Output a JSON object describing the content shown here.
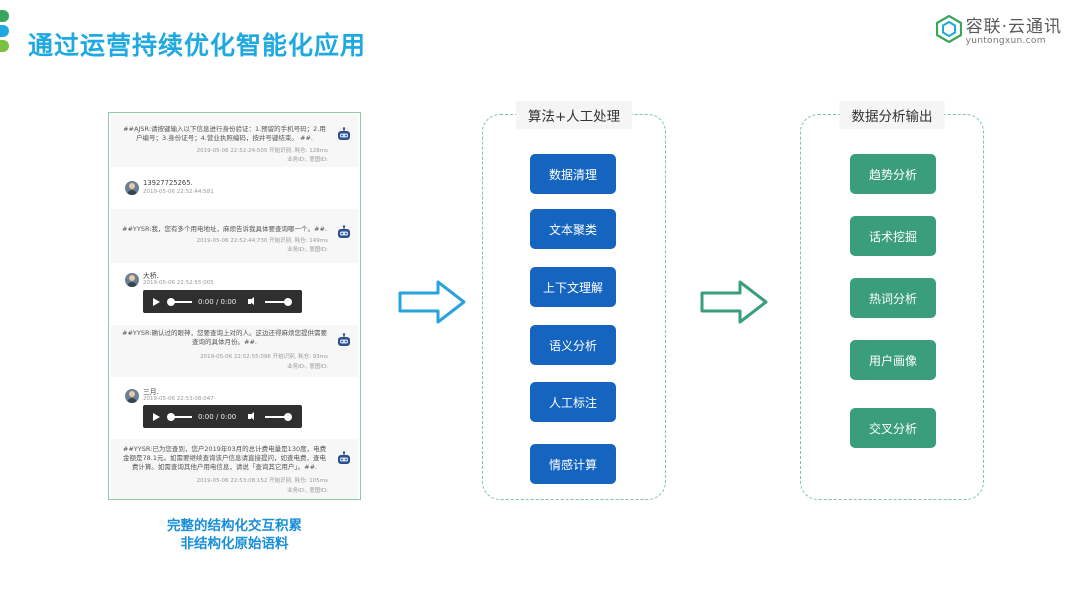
{
  "header": {
    "title": "通过运营持续优化智能化应用",
    "accent_colors": [
      "#3aa55d",
      "#1fa9e1",
      "#7ac143"
    ]
  },
  "logo": {
    "name": "容联·云通讯",
    "domain": "yuntongxun.com"
  },
  "chat": {
    "messages": [
      {
        "role": "bot",
        "text": "##AJSR:请按键输入以下信息进行身份验证：1.预留的手机号码；2.用户编号；3.身份证号；4.营业执照编码，按井号键结束。 ##.",
        "time": "2019-05-06 22:52:24:505 开始识别, 耗仓: 128ms",
        "id": "业务ID:, 意图ID:"
      },
      {
        "role": "user",
        "text": "13927725265.",
        "time": "2019-05-06 22:52:44:581"
      },
      {
        "role": "bot",
        "text": "##YYSR:我，您有多个用电地址，麻烦告诉我具体要查询哪一个。##.",
        "time": "2019-05-06 22:52:44:730 开始识别, 耗仓: 149ms",
        "id": "业务ID:, 意图ID:"
      },
      {
        "role": "user",
        "text": "大桥.",
        "time": "2019-05-06 22:52:55:005",
        "audio_time": "0:00 / 0:00"
      },
      {
        "role": "bot",
        "text": "##YYSR:确认过的眼神，您要查询上对的人。这边还得麻烦您提供需要查询的具体月份。##.",
        "time": "2019-05-06 22:52:55:096 开始识别, 耗仓: 93ms",
        "id": "业务ID:, 意图ID:"
      },
      {
        "role": "user",
        "text": "三月.",
        "time": "2019-05-06 22:53:08:047",
        "audio_time": "0:00 / 0:00"
      },
      {
        "role": "bot",
        "text": "##YYSR:已为您查到，您户2019年03月的总计费电量是130度，电费金额是78.1元。如需要继续查询该户信息请直接提问，如查电费，查电费计算。如需查询其他户用电信息，请说「查询其它用户」。##.",
        "time": "2019-05-06 22:53:08:152 开始识别, 耗仓: 105ms",
        "id": "业务ID:, 意图ID:"
      }
    ],
    "caption_line1": "完整的结构化交互积累",
    "caption_line2": "非结构化原始语料"
  },
  "processing": {
    "title": "算法+人工处理",
    "items": [
      "数据清理",
      "文本聚类",
      "上下文理解",
      "语义分析",
      "人工标注",
      "情感计算"
    ],
    "color": "#1565c0"
  },
  "output": {
    "title": "数据分析输出",
    "items": [
      "趋势分析",
      "话术挖掘",
      "热词分析",
      "用户画像",
      "交叉分析"
    ],
    "color": "#3a9e7d"
  },
  "arrows": {
    "first_color": "#29a3dd",
    "second_color": "#3a9e7d"
  }
}
